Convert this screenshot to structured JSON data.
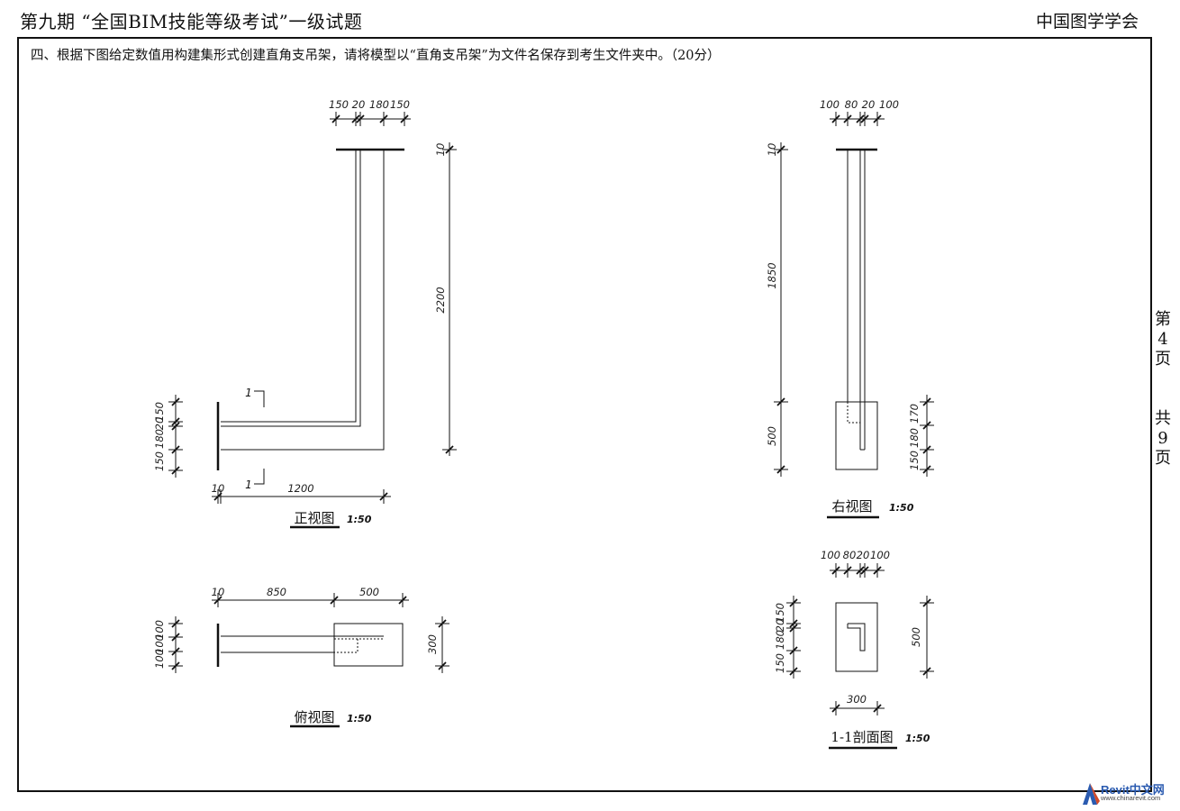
{
  "header": {
    "exam_title": "第九期 “全国BIM技能等级考试”一级试题",
    "publisher": "中国图学学会"
  },
  "question": "四、根据下图给定数值用构建集形式创建直角支吊架，请将模型以“直角支吊架”为文件名保存到考生文件夹中。（20分）",
  "side_page": [
    "第",
    "4",
    "页",
    "",
    "共",
    "9",
    "页"
  ],
  "views": {
    "front": {
      "title": "正视图",
      "scale": "1:50",
      "top_dims": [
        "150",
        "20",
        "180",
        "150"
      ],
      "right_dims": [
        "10",
        "2200"
      ],
      "left_dims": [
        "150",
        "20",
        "180",
        "150"
      ],
      "bottom_dims": [
        "10",
        "1200"
      ],
      "section_mark": "1"
    },
    "right": {
      "title": "右视图",
      "scale": "1:50",
      "top_dims": [
        "100",
        "80",
        "20",
        "100"
      ],
      "left_dims": [
        "10",
        "1850",
        "500"
      ],
      "right_dims": [
        "170",
        "180",
        "150"
      ]
    },
    "top": {
      "title": "俯视图",
      "scale": "1:50",
      "top_dims": [
        "10",
        "850",
        "500"
      ],
      "left_dims": [
        "100",
        "100",
        "100"
      ],
      "right_dims": [
        "300"
      ]
    },
    "section": {
      "title": "1-1剖面图",
      "scale": "1:50",
      "top_dims": [
        "100",
        "80",
        "20",
        "100"
      ],
      "left_dims": [
        "150",
        "20",
        "180",
        "150"
      ],
      "right_dims": [
        "500"
      ],
      "bottom_dims": [
        "300"
      ]
    }
  },
  "logo": {
    "text": "Revit中文网",
    "sub": "www.chinarevit.com"
  }
}
